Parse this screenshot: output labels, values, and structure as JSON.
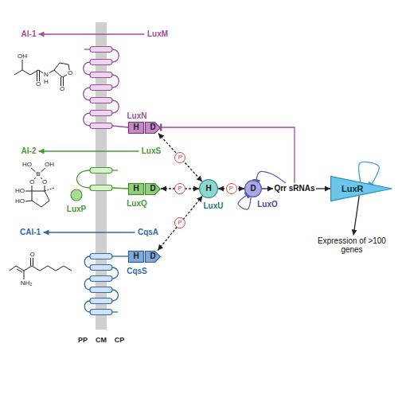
{
  "diagram": {
    "nodes": [
      {
        "text": [
          "AI-1"
        ]
      },
      {
        "text": [
          "LuxM"
        ]
      },
      {
        "text": [
          "AI-2"
        ]
      },
      {
        "text": [
          "LuxS"
        ]
      },
      {
        "text": [
          "CAI-1"
        ]
      },
      {
        "text": [
          "CqsA"
        ]
      },
      {
        "text": [
          "H"
        ]
      },
      {
        "text": [
          "D"
        ]
      },
      {
        "text": [
          "H"
        ]
      },
      {
        "text": [
          "D"
        ]
      },
      {
        "text": [
          "H"
        ]
      },
      {
        "text": [
          "D"
        ]
      },
      {
        "text": [
          "H"
        ]
      },
      {
        "text": [
          "D"
        ]
      },
      {
        "text": [
          "Qrr sRNAs"
        ]
      },
      {
        "text": [
          "LuxR"
        ]
      },
      {
        "text": [
          "Expression of >100 genes"
        ]
      }
    ],
    "edges": [
      {
        "from": 1,
        "to": 0,
        "arrow": "to"
      },
      {
        "from": 3,
        "to": 2,
        "arrow": "to"
      },
      {
        "from": 5,
        "to": 4,
        "arrow": "to"
      },
      {
        "from": 7,
        "to": 12,
        "arrow": "both",
        "label": "P"
      },
      {
        "from": 9,
        "to": 12,
        "arrow": "both",
        "label": "P"
      },
      {
        "from": 11,
        "to": 12,
        "arrow": "both",
        "label": "P"
      },
      {
        "from": 12,
        "to": 13,
        "arrow": "both",
        "label": "P"
      },
      {
        "from": 13,
        "to": 14,
        "arrow": "to"
      },
      {
        "from": 14,
        "to": 15,
        "arrow": "to"
      },
      {
        "from": 15,
        "to": 16,
        "arrow": "to"
      },
      {
        "from": 14,
        "to": 7,
        "arrow": "to"
      },
      {
        "from": 14,
        "to": 13,
        "arrow": "to"
      },
      {
        "from": 13,
        "to": 13,
        "arrow": "to"
      },
      {
        "from": 15,
        "to": 15,
        "arrow": "to"
      }
    ],
    "labels": [
      "LuxN",
      "LuxQ",
      "LuxP",
      "CqsS",
      "LuxU",
      "LuxO",
      "PP",
      "CM",
      "CP",
      "OH",
      "N",
      "H",
      "O",
      "O",
      "O",
      "HO",
      "OH",
      "B",
      "O",
      "O",
      "HO",
      "HO",
      "O",
      "NH₂"
    ]
  }
}
